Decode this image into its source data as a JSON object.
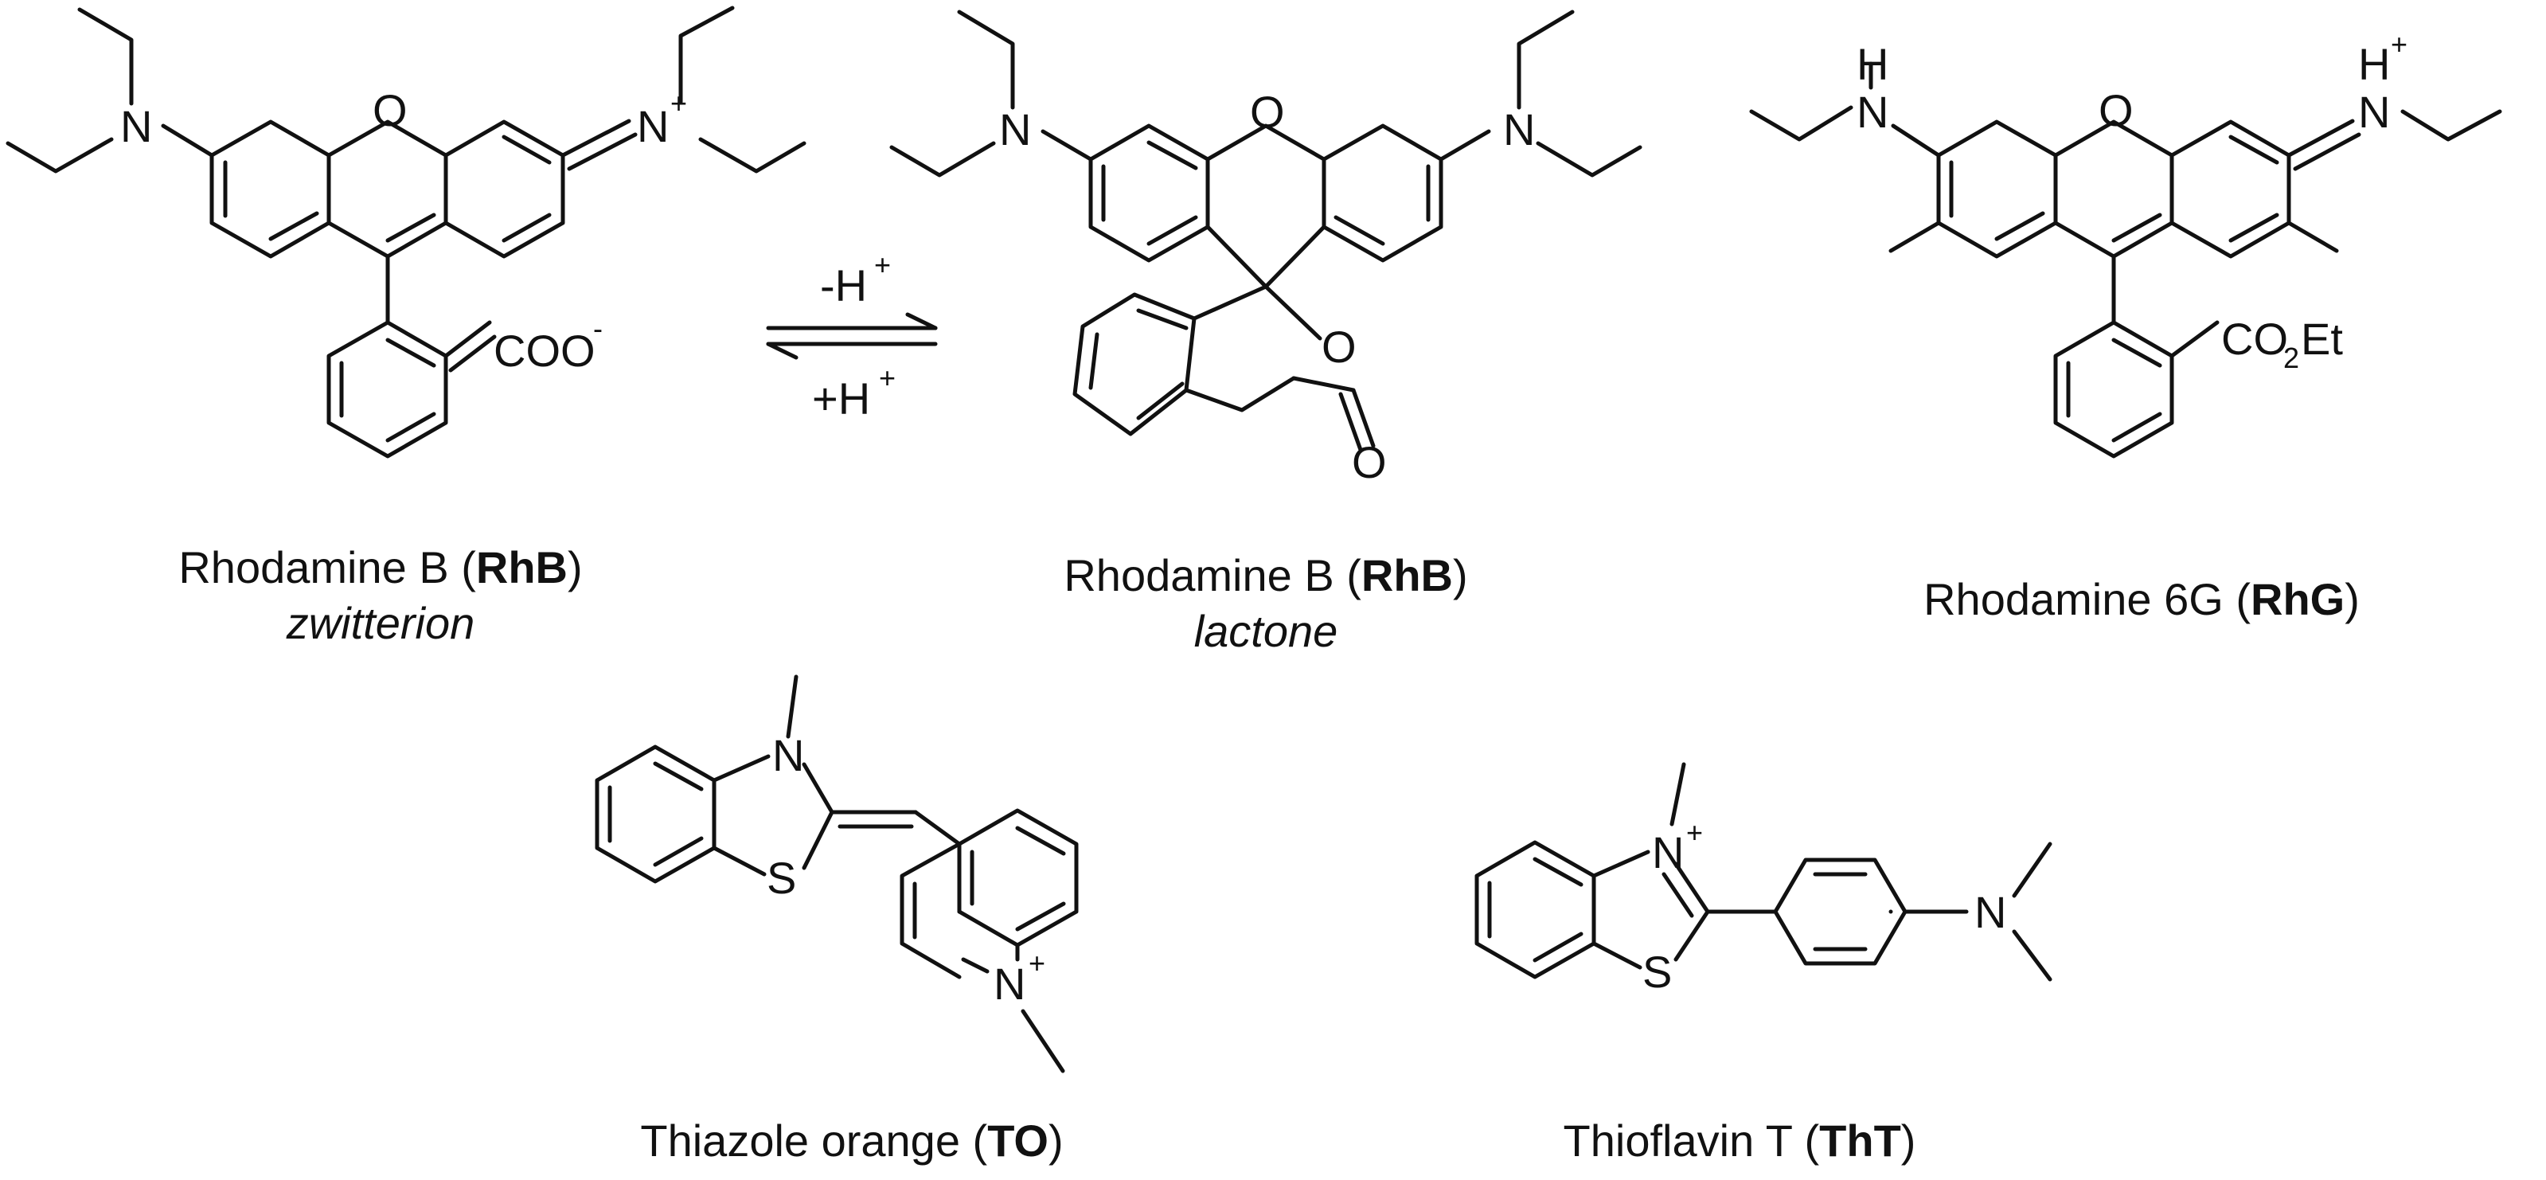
{
  "structures": {
    "rhb_zwitterion": {
      "name": "Rhodamine B",
      "abbr": "RhB",
      "form": "zwitterion",
      "atoms": {
        "n_left": "N",
        "o_ring": "O",
        "n_right": "N",
        "n_right_charge": "+",
        "carboxylate": "COO",
        "carboxylate_charge": "-"
      }
    },
    "rhb_lactone": {
      "name": "Rhodamine B",
      "abbr": "RhB",
      "form": "lactone",
      "atoms": {
        "n_left": "N",
        "o_ring": "O",
        "n_right": "N",
        "o_lactone": "O",
        "o_carbonyl": "O"
      }
    },
    "rhg": {
      "name": "Rhodamine 6G",
      "abbr": "RhG",
      "atoms": {
        "nh_left_h": "H",
        "nh_left_n": "N",
        "o_ring": "O",
        "nh_right": "N",
        "nh_right_h": "H",
        "nh_right_charge": "+",
        "ester_co": "CO",
        "ester_sub": "2",
        "ester_et": "Et"
      }
    },
    "to": {
      "name": "Thiazole orange",
      "abbr": "TO",
      "atoms": {
        "n_thiazole": "N",
        "s_thiazole": "S",
        "n_quinoline": "N",
        "n_quinoline_charge": "+"
      }
    },
    "tht": {
      "name": "Thioflavin T",
      "abbr": "ThT",
      "atoms": {
        "n_thiazolium": "N",
        "n_thiazolium_charge": "+",
        "s_thiazolium": "S",
        "n_amine": "N"
      }
    }
  },
  "equilibrium": {
    "top_label": "-H",
    "top_charge": "+",
    "bottom_label": "+H",
    "bottom_charge": "+"
  }
}
